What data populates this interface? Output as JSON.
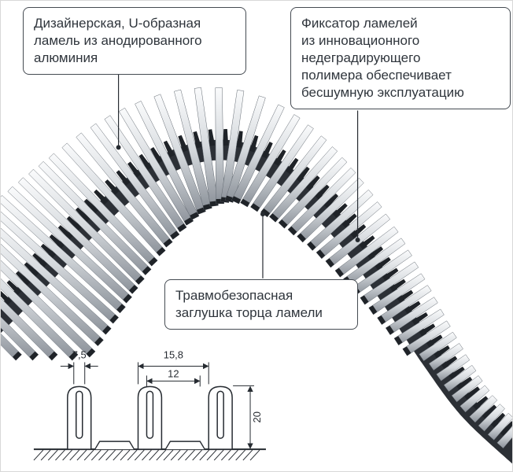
{
  "callouts": {
    "lamella": "Дизайнерская, U-образная\nламель из анодированного\nалюминия",
    "fixator": "Фиксатор ламелей\nиз инновационного\nнедеградирующего\nполимера обеспечивает\nбесшумную эксплуатацию",
    "endcap": "Травмобезопасная\nзаглушка торца ламели"
  },
  "cross_section": {
    "dim_slot_width": "7,5",
    "dim_pitch": "15,8",
    "dim_inner": "12",
    "dim_height": "20"
  },
  "colors": {
    "line": "#262b31",
    "text": "#2f353c",
    "band": "#2c3036",
    "tooth": "#1f2328",
    "metal_light": "#fafbfc",
    "metal_mid": "#d5d9dd",
    "metal_dark": "#8a9098"
  }
}
